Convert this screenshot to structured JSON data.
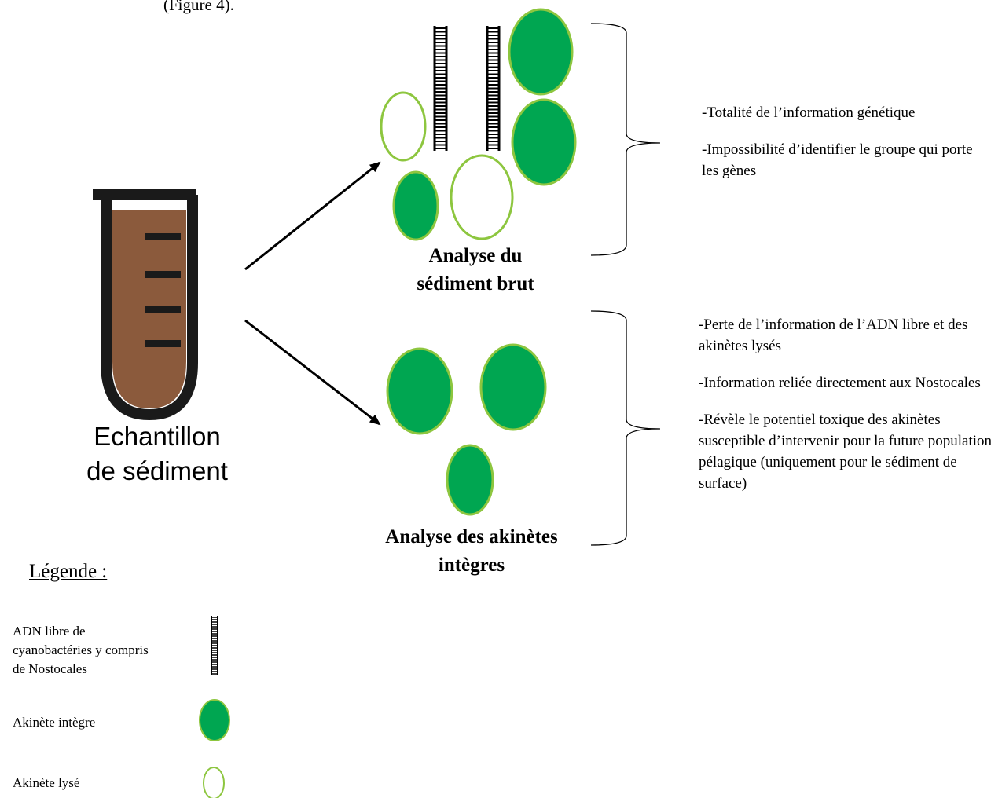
{
  "header_cut_text": "(Figure 4).",
  "sample": {
    "label_line1": "Echantillon",
    "label_line2": "de sédiment"
  },
  "raw_analysis": {
    "title_line1": "Analyse du",
    "title_line2": "sédiment brut",
    "notes": [
      "-Totalité de l’information génétique",
      "-Impossibilité d’identifier le groupe qui porte les gènes"
    ]
  },
  "akinete_analysis": {
    "title_line1": "Analyse des akinètes",
    "title_line2": "intègres",
    "notes": [
      "-Perte de l’information de l’ADN libre et des akinètes lysés",
      "-Information reliée directement aux Nostocales",
      "-Révèle le potentiel toxique des akinètes susceptible d’intervenir pour la future population pélagique (uniquement pour le sédiment de surface)"
    ]
  },
  "legend": {
    "title": "Légende :",
    "items": [
      {
        "label": "ADN libre de cyanobactéries y compris de Nostocales",
        "icon": "dna-ladder-icon"
      },
      {
        "label": "Akinète intègre",
        "icon": "intact-akinete-icon"
      },
      {
        "label": "Akinète lysé",
        "icon": "lysed-akinete-icon"
      }
    ]
  },
  "colors": {
    "intact_fill": "#00a651",
    "lysed_stroke": "#8dc63f",
    "sediment": "#8b5a3c",
    "tube": "#1a1a1a"
  }
}
